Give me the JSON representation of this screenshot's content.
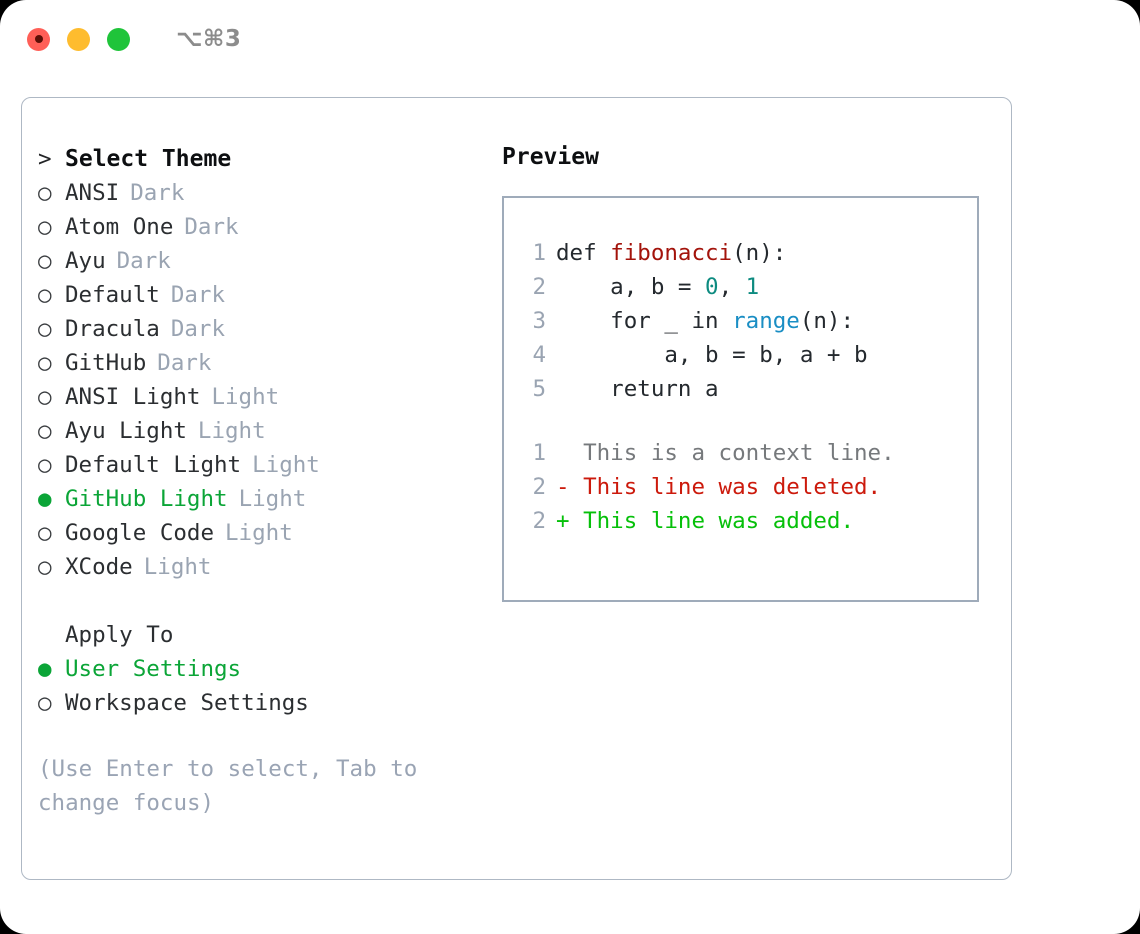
{
  "titlebar": {
    "shortcut": "⌥⌘3",
    "buttons": [
      "close",
      "minimize",
      "maximize"
    ]
  },
  "colors": {
    "accent_green": "#0ba537",
    "muted": "#9aa4b2",
    "border": "#aeb8c4",
    "preview_border": "#9fabba",
    "code_function": "#a3130b",
    "code_number": "#0d8b80",
    "code_call": "#1a8ec4",
    "diff_add": "#06c00a",
    "diff_del": "#cc1a0c",
    "diff_ctx": "#76797c"
  },
  "theme_list": {
    "prompt": ">",
    "title": "Select Theme",
    "bullet_selected": "●",
    "bullet_unselected": "○",
    "items": [
      {
        "name": "ANSI",
        "tag": "Dark",
        "selected": false
      },
      {
        "name": "Atom One",
        "tag": "Dark",
        "selected": false
      },
      {
        "name": "Ayu",
        "tag": "Dark",
        "selected": false
      },
      {
        "name": "Default",
        "tag": "Dark",
        "selected": false
      },
      {
        "name": "Dracula",
        "tag": "Dark",
        "selected": false
      },
      {
        "name": "GitHub",
        "tag": "Dark",
        "selected": false
      },
      {
        "name": "ANSI Light",
        "tag": "Light",
        "selected": false
      },
      {
        "name": "Ayu Light",
        "tag": "Light",
        "selected": false
      },
      {
        "name": "Default Light",
        "tag": "Light",
        "selected": false
      },
      {
        "name": "GitHub Light",
        "tag": "Light",
        "selected": true
      },
      {
        "name": "Google Code",
        "tag": "Light",
        "selected": false
      },
      {
        "name": "XCode",
        "tag": "Light",
        "selected": false
      }
    ]
  },
  "apply_to": {
    "title": "Apply To",
    "options": [
      {
        "name": "User Settings",
        "selected": true
      },
      {
        "name": "Workspace Settings",
        "selected": false
      }
    ]
  },
  "hint": "(Use Enter to select, Tab to change focus)",
  "preview": {
    "title": "Preview",
    "code_lines": [
      {
        "no": "1",
        "tokens": [
          {
            "t": "def ",
            "k": "plain"
          },
          {
            "t": "fibonacci",
            "k": "fn"
          },
          {
            "t": "(n):",
            "k": "plain"
          }
        ]
      },
      {
        "no": "2",
        "tokens": [
          {
            "t": "    a, b = ",
            "k": "plain"
          },
          {
            "t": "0",
            "k": "num"
          },
          {
            "t": ", ",
            "k": "plain"
          },
          {
            "t": "1",
            "k": "num"
          }
        ]
      },
      {
        "no": "3",
        "tokens": [
          {
            "t": "    for _ in ",
            "k": "plain"
          },
          {
            "t": "range",
            "k": "call"
          },
          {
            "t": "(n):",
            "k": "plain"
          }
        ]
      },
      {
        "no": "4",
        "tokens": [
          {
            "t": "        a, b = b, a + b",
            "k": "plain"
          }
        ]
      },
      {
        "no": "5",
        "tokens": [
          {
            "t": "    return a",
            "k": "plain"
          }
        ]
      }
    ],
    "diff_lines": [
      {
        "no": "1",
        "sign": " ",
        "text": " This is a context line.",
        "kind": "ctx"
      },
      {
        "no": "2",
        "sign": "-",
        "text": " This line was deleted.",
        "kind": "del"
      },
      {
        "no": "2",
        "sign": "+",
        "text": " This line was added.",
        "kind": "add"
      }
    ]
  }
}
